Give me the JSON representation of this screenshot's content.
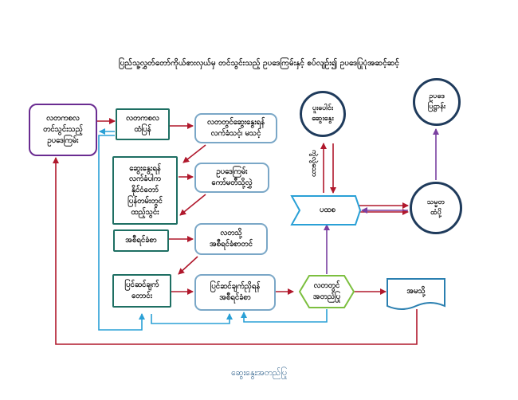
{
  "title": "ပြည်သူ့လွှတ်တော်ကိုယ်စားလှယ်မှ တင်သွင်းသည့် ဥပဒေကြမ်းနှင့် စပ်လျဉ်း၍ ဥပဒေပြုပုံအဆင့်ဆင့်",
  "nodes": {
    "mp_bill": "လတကစလ\nတင်သွင်းသည့်\nဥပဒေကြမ်း",
    "chair": "လတကစလ\nထံပြန်",
    "discuss_accept": "လတတွင်ဆွေးနွေးရန်\nလက်ခံသင့်၊ မသင့်",
    "bill_committee": "ဥပဒေကြမ်း\nကော်မတီသို့လွှဲ",
    "publish": "ဆွေးနွေးရန်\nလက်ခံပါက\nနိုင်ငံတော်\nပြန်တမ်းတွင်\nထည့်သွင်း",
    "report": "အစီရင်ခံစာ",
    "to_house": "လတသို့\nအစီရင်ခံစာတင်",
    "amend": "ပြင်ဆင်ချက်\nတောင်း",
    "amend_report": "ပြင်ဆင်ချက်ညှိရန်\nအစီရင်ခံစာ",
    "house_approve": "လတတွင်\nအတည်ပြု",
    "joint": "ပထစ",
    "joint_discuss": "ပူးပေါင်း\nဆွေးနွေး",
    "law": "ဥပဒေ\nပြဋ္ဌာန်း",
    "president": "သမ္မတ\nထံပို့",
    "upper": "အမသို့"
  },
  "vertical_label": "ကွဲလွဲသော",
  "footer": "ဆွေးနွေးအတည်ပြု",
  "colors": {
    "red_arrow": "#b0182c",
    "blue_arrow": "#2aa0d6",
    "purple_arrow": "#7a3fa0",
    "box_border": "#1f5b73"
  }
}
